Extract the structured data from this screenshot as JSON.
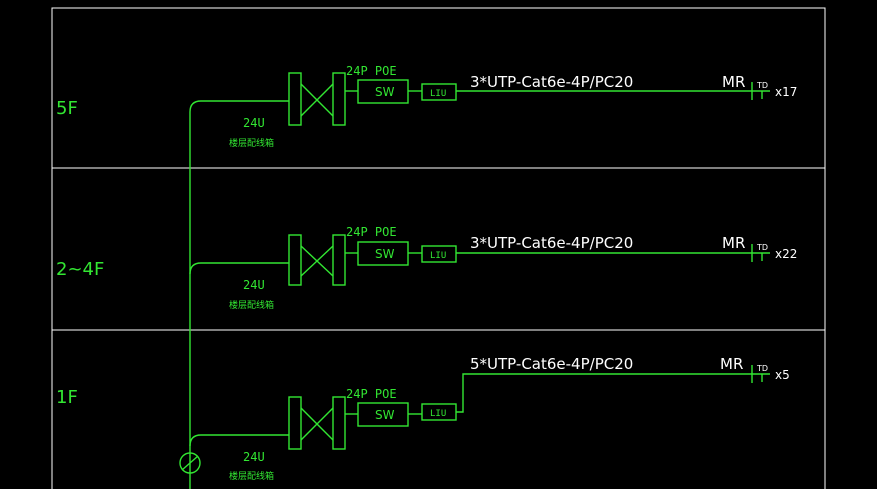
{
  "floors": [
    {
      "label": "5F",
      "cable": "3*UTP-Cat6e-4P/PC20",
      "count": "x17"
    },
    {
      "label": "2~4F",
      "cable": "3*UTP-Cat6e-4P/PC20",
      "count": "x22"
    },
    {
      "label": "1F",
      "cable": "5*UTP-Cat6e-4P/PC20",
      "count": "x5"
    }
  ],
  "common": {
    "poe": "24P POE",
    "switch": "SW",
    "liu": "LIU",
    "rack_u": "24U",
    "rack_name": "楼层配线箱",
    "mr": "MR",
    "td": "TD"
  },
  "colors": {
    "wire": "#32e632",
    "frame": "#ffffff",
    "background": "#000000"
  }
}
